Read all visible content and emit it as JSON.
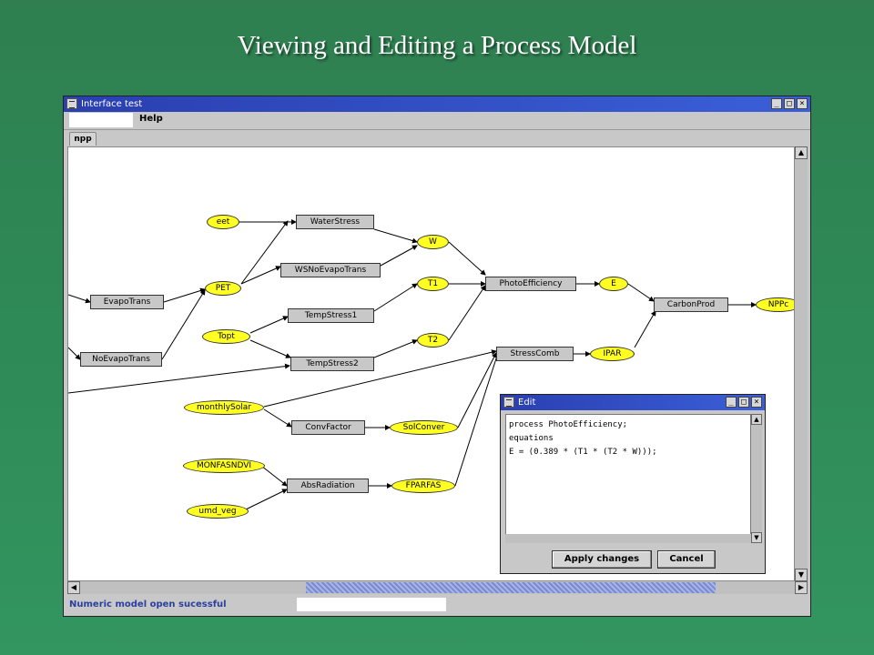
{
  "slide": {
    "title": "Viewing and Editing a Process Model"
  },
  "window": {
    "title": "Interface test",
    "menu": {
      "help": "Help"
    },
    "tab": "npp",
    "status": "Numeric model open sucessful"
  },
  "graph": {
    "processes": {
      "evapotrans": "EvapoTrans",
      "noevapotrans": "NoEvapoTrans",
      "waterstress": "WaterStress",
      "wsnoevapotrans": "WSNoEvapoTrans",
      "tempstress1": "TempStress1",
      "tempstress2": "TempStress2",
      "photoefficiency": "PhotoEfficiency",
      "stresscomb": "StressComb",
      "carbonprod": "CarbonProd",
      "convfactor": "ConvFactor",
      "absradiation": "AbsRadiation"
    },
    "variables": {
      "eet": "eet",
      "pet": "PET",
      "topt": "Topt",
      "w": "W",
      "t1": "T1",
      "t2": "T2",
      "e": "E",
      "ipar": "IPAR",
      "nppc": "NPPc",
      "monthlysolar": "monthlySolar",
      "solconver": "SolConver",
      "monfasndvi": "MONFASNDVI",
      "umd_veg": "umd_veg",
      "fparfas": "FPARFAS"
    }
  },
  "edit_dialog": {
    "title": "Edit",
    "code_lines": [
      "process PhotoEfficiency;",
      "equations",
      "E = (0.389 * (T1 * (T2 * W)));"
    ],
    "apply_label": "Apply changes",
    "cancel_label": "Cancel"
  },
  "icons": {
    "system_menu": "system-menu-icon",
    "minimize": "minimize-icon",
    "maximize": "maximize-icon",
    "close": "close-icon"
  },
  "colors": {
    "background": "#2e8a57",
    "titlebar": "#2a3fb0",
    "variable_node": "#ffff22",
    "process_node": "#c8c8c8",
    "status_text": "#2a3fa0"
  }
}
